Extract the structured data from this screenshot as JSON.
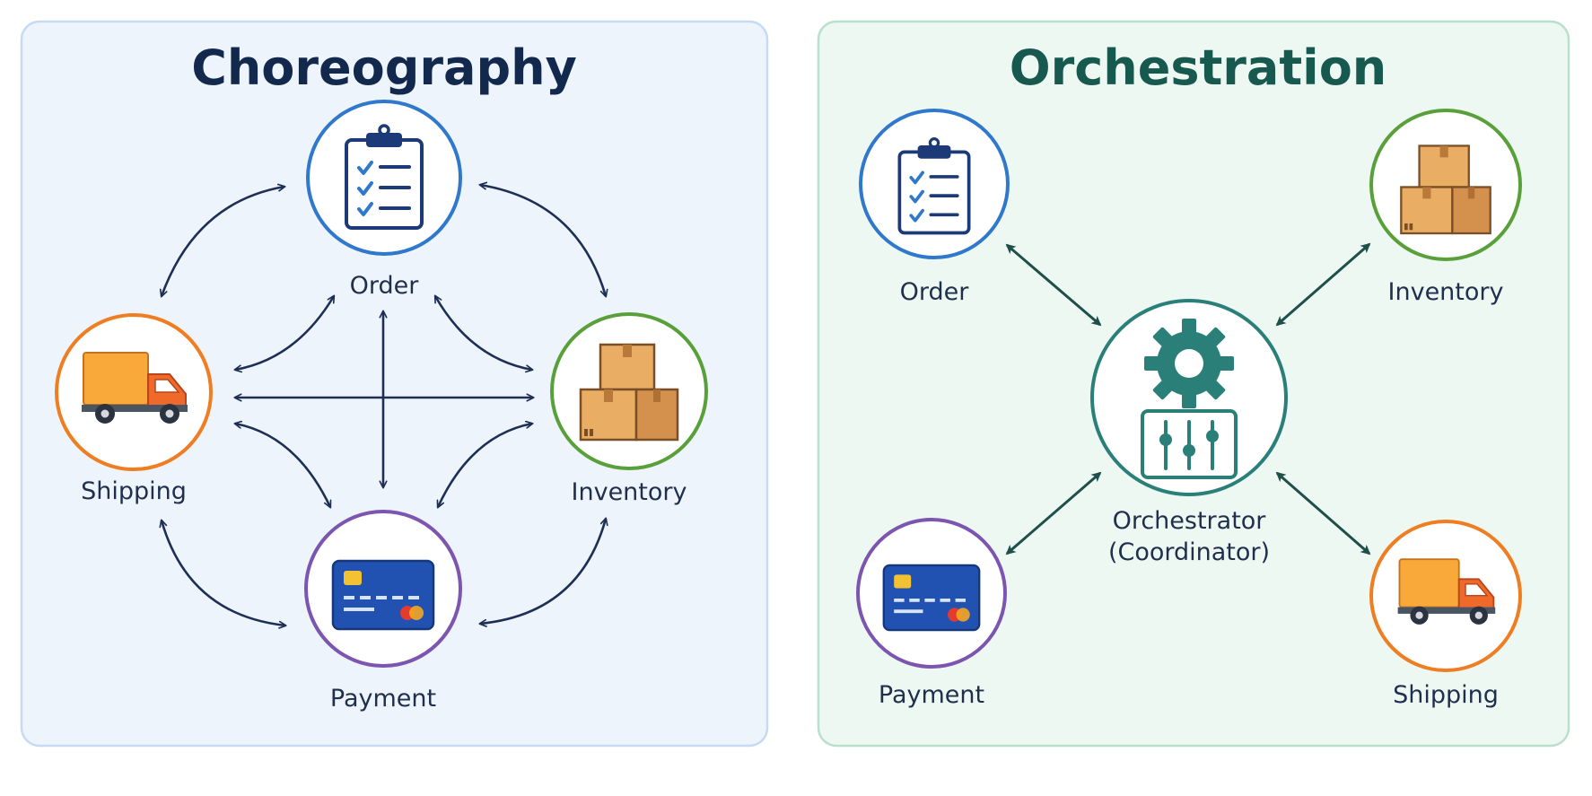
{
  "choreography": {
    "title": "Choreography",
    "colors": {
      "panel_bg": "#eef4fc",
      "panel_border": "#c6daf2",
      "title": "#12284d",
      "arrow": "#1d2f55"
    },
    "nodes": {
      "order": {
        "label": "Order",
        "ring": "#2f78cc"
      },
      "inventory": {
        "label": "Inventory",
        "ring": "#5aa03a"
      },
      "payment": {
        "label": "Payment",
        "ring": "#7b55b0"
      },
      "shipping": {
        "label": "Shipping",
        "ring": "#ef7d22"
      }
    }
  },
  "orchestration": {
    "title": "Orchestration",
    "colors": {
      "panel_bg": "#eef8f3",
      "panel_border": "#b8e0cc",
      "title": "#17594f",
      "arrow": "#1f4f49"
    },
    "coordinator": {
      "label_line1": "Orchestrator",
      "label_line2": "(Coordinator)",
      "ring": "#2a8078",
      "icon": "gear-and-sliders"
    },
    "nodes": {
      "order": {
        "label": "Order",
        "ring": "#2f78cc"
      },
      "inventory": {
        "label": "Inventory",
        "ring": "#5aa03a"
      },
      "payment": {
        "label": "Payment",
        "ring": "#7b55b0"
      },
      "shipping": {
        "label": "Shipping",
        "ring": "#ef7d22"
      }
    }
  }
}
